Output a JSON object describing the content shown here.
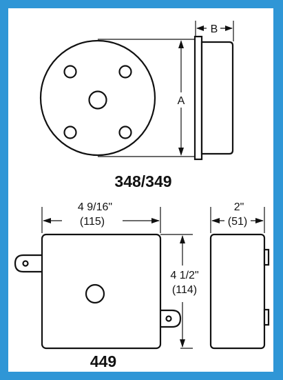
{
  "colors": {
    "frame": "#2f96d6",
    "ink": "#111111"
  },
  "model_348_349": {
    "model_label": "348/349",
    "dim_a_label": "A",
    "dim_b_label": "B"
  },
  "model_449": {
    "model_label": "449",
    "width_in": "4 9/16\"",
    "width_mm": "(115)",
    "height_in": "4 1/2\"",
    "height_mm": "(114)",
    "depth_in": "2\"",
    "depth_mm": "(51)"
  }
}
